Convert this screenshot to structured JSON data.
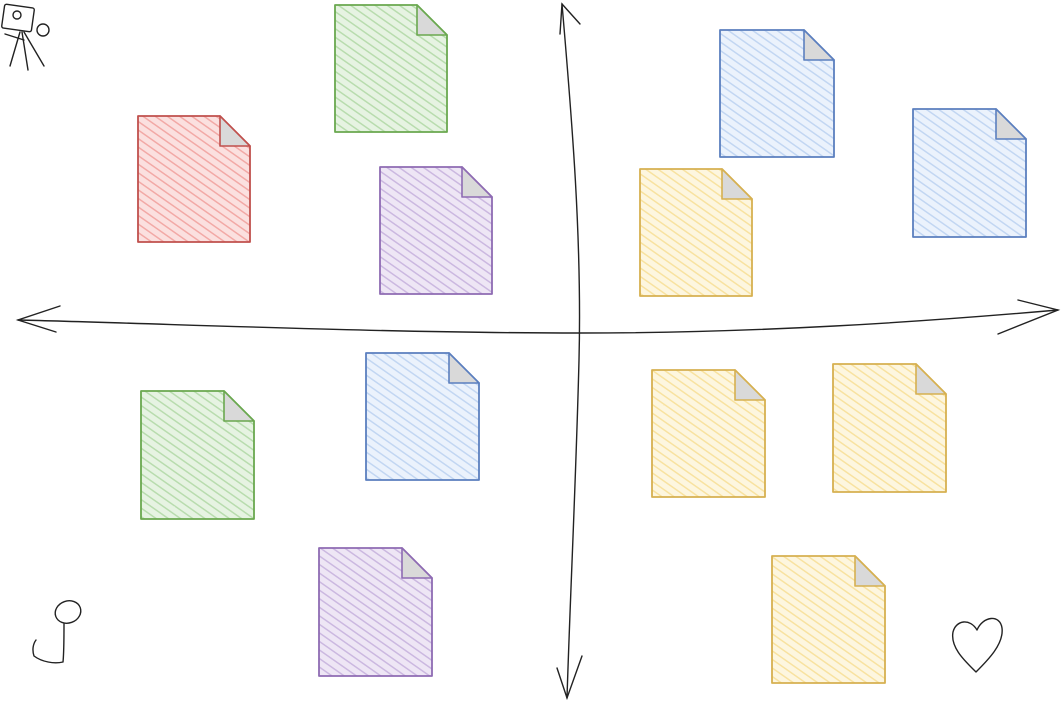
{
  "canvas": {
    "background": "#ffffff",
    "axes": {
      "color": "#222222",
      "horizontal": "double-headed-arrow",
      "vertical": "double-headed-arrow"
    }
  },
  "palette": {
    "red": {
      "stroke": "#c0504d",
      "fill": "#f8c9c8"
    },
    "green": {
      "stroke": "#6aa84f",
      "fill": "#cfe8c9"
    },
    "purple": {
      "stroke": "#8e6bb3",
      "fill": "#ddd0ea"
    },
    "blue": {
      "stroke": "#5b7fbf",
      "fill": "#d6e4f8"
    },
    "yellow": {
      "stroke": "#d6b050",
      "fill": "#fcedc0"
    }
  },
  "quadrants": {
    "top_left": {
      "icon": "camera-icon",
      "documents": [
        "red",
        "green",
        "purple"
      ]
    },
    "top_right": {
      "icon": null,
      "documents": [
        "blue",
        "yellow",
        "blue"
      ]
    },
    "bottom_left": {
      "icon": "hook-icon",
      "documents": [
        "green",
        "blue",
        "purple"
      ]
    },
    "bottom_right": {
      "icon": "heart-icon",
      "documents": [
        "yellow",
        "yellow",
        "yellow"
      ]
    }
  }
}
